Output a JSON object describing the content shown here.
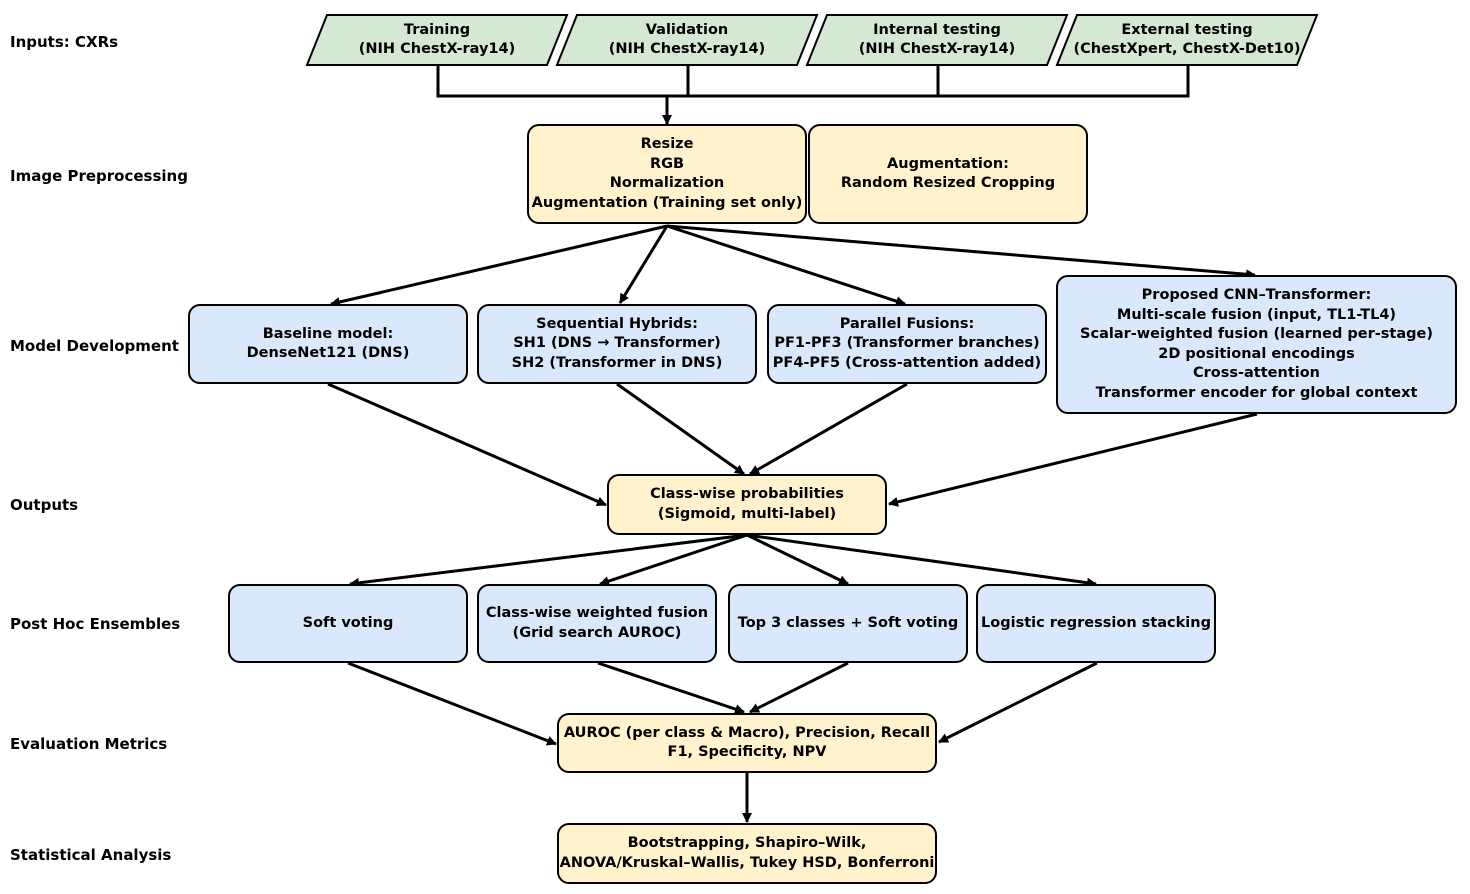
{
  "row_labels": {
    "inputs": "Inputs: CXRs",
    "preprocessing": "Image Preprocessing",
    "model_development": "Model Development",
    "outputs": "Outputs",
    "ensembles": "Post Hoc Ensembles",
    "evaluation": "Evaluation Metrics",
    "statistics": "Statistical Analysis"
  },
  "inputs": [
    {
      "title": "Training",
      "source": "(NIH ChestX-ray14)"
    },
    {
      "title": "Validation",
      "source": "(NIH ChestX-ray14)"
    },
    {
      "title": "Internal testing",
      "source": "(NIH ChestX-ray14)"
    },
    {
      "title": "External testing",
      "source": "(ChestXpert, ChestX-Det10)"
    }
  ],
  "preprocessing": {
    "steps": [
      "Resize",
      "RGB",
      "Normalization",
      "Augmentation (Training set only)"
    ],
    "augmentation": [
      "Augmentation:",
      "Random Resized Cropping"
    ]
  },
  "models": {
    "baseline": [
      "Baseline model:",
      "DenseNet121 (DNS)"
    ],
    "sequential": [
      "Sequential Hybrids:",
      "SH1 (DNS → Transformer)",
      "SH2 (Transformer in DNS)"
    ],
    "parallel": [
      "Parallel Fusions:",
      "PF1-PF3 (Transformer branches)",
      "PF4-PF5 (Cross-attention added)"
    ],
    "proposed": [
      "Proposed CNN–Transformer:",
      "Multi-scale fusion (input, TL1-TL4)",
      "Scalar-weighted fusion (learned per-stage)",
      "2D positional encodings",
      "Cross-attention",
      "Transformer encoder for global context"
    ]
  },
  "outputs": [
    "Class-wise probabilities",
    "(Sigmoid, multi-label)"
  ],
  "ensembles": {
    "soft_voting": [
      "Soft voting"
    ],
    "weighted_fusion": [
      "Class-wise weighted fusion",
      "(Grid search AUROC)"
    ],
    "top3": [
      "Top 3 classes + Soft voting"
    ],
    "stacking": [
      "Logistic regression stacking"
    ]
  },
  "evaluation": [
    "AUROC (per class & Macro), Precision, Recall",
    "F1, Specificity, NPV"
  ],
  "statistics": [
    "Bootstrapping, Shapiro–Wilk,",
    "ANOVA/Kruskal–Wallis, Tukey HSD, Bonferroni"
  ],
  "colors": {
    "input_fill": "#d5e8d4",
    "yellow_fill": "#fff2cc",
    "blue_fill": "#dae8fc",
    "stroke": "#000000"
  }
}
